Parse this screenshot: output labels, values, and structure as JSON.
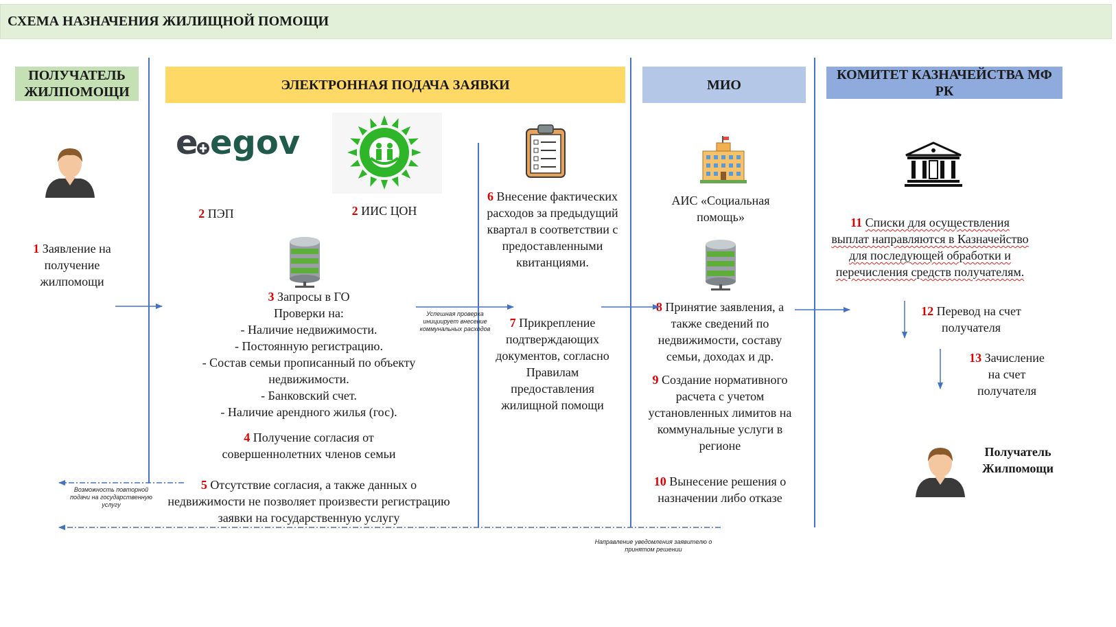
{
  "title": "СХЕМА НАЗНАЧЕНИЯ ЖИЛИЩНОЙ ПОМОЩИ",
  "columns": {
    "recipient": "ПОЛУЧАТЕЛЬ ЖИЛПОМОЩИ",
    "electronic": "ЭЛЕКТРОННАЯ ПОДАЧА ЗАЯВКИ",
    "mio": "МИО",
    "treasury": "КОМИТЕТ КАЗНАЧЕЙСТВА МФ РК"
  },
  "logos": {
    "egov": "egov"
  },
  "colors": {
    "title_bg": "#e2efd9",
    "recipient_bg": "#c5e0b4",
    "electronic_bg": "#ffd966",
    "mio_bg": "#b4c7e7",
    "treasury_bg": "#8faadc",
    "lines": "#4472c4",
    "step_number": "#e00000"
  },
  "steps": {
    "s1": {
      "num": "1",
      "text": "Заявление на получение жилпомощи"
    },
    "s2a": {
      "num": "2",
      "text": "ПЭП"
    },
    "s2b": {
      "num": "2",
      "text": "ИИС ЦОН"
    },
    "s3": {
      "num": "3",
      "text": "Запросы в ГО",
      "subtitle": "Проверки на:",
      "items": [
        "-   Наличие недвижимости.",
        "-   Постоянную регистрацию.",
        "-   Состав семьи прописанный по объекту недвижимости.",
        "-   Банковский счет.",
        "-   Наличие арендного жилья (гос)."
      ]
    },
    "s4": {
      "num": "4",
      "text": "Получение согласия от совершеннолетних членов семьи"
    },
    "s5": {
      "num": "5",
      "text": "Отсутствие согласия, а также данных о недвижимости не позволяет произвести регистрацию заявки на государственную услугу"
    },
    "s6": {
      "num": "6",
      "text": "Внесение фактических расходов за предыдущий квартал в соответствии с предоставленными квитанциями."
    },
    "s7": {
      "num": "7",
      "text": "Прикрепление подтверждающих документов, согласно Правилам предоставления жилищной помощи"
    },
    "ais": "АИС «Социальная помощь»",
    "s8": {
      "num": "8",
      "text": "Принятие заявления, а также сведений по недвижимости, составу семьи, доходах и др."
    },
    "s9": {
      "num": "9",
      "text": "Создание нормативного расчета с учетом установленных лимитов на коммунальные услуги в регионе"
    },
    "s10": {
      "num": "10",
      "text": "Вынесение решения о назначении либо отказе"
    },
    "s11": {
      "num": "11",
      "text": "Списки для осуществления выплат направляются в Казначейство для последующей обработки и перечисления средств получателям."
    },
    "s12": {
      "num": "12",
      "text": "Перевод на счет получателя"
    },
    "s13": {
      "num": "13",
      "text": "Зачисление на счет получателя"
    }
  },
  "final_recipient": "Получатель Жилпомощи",
  "notes": {
    "check": "Успешная проверка инициирует внесение коммунальных расходов",
    "retry": "Возможность повторной подачи на государственную услугу",
    "notify": "Направление уведомления заявителю о принятом решении"
  }
}
